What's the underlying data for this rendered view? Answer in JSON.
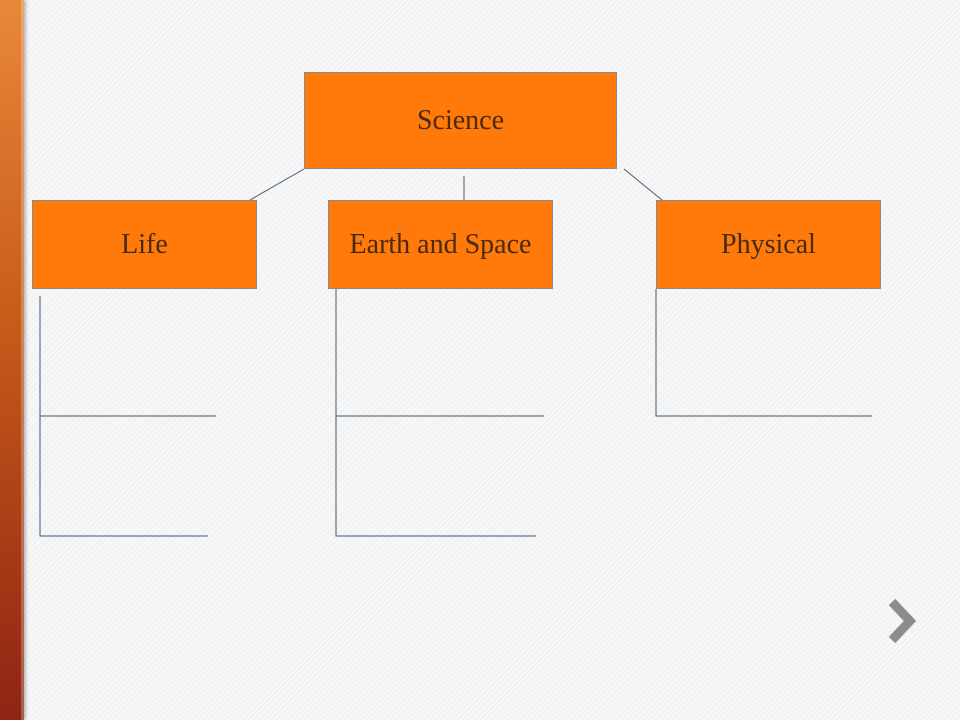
{
  "diagram": {
    "root": {
      "label": "Science"
    },
    "children": [
      {
        "label": "Life"
      },
      {
        "label": "Earth and Space"
      },
      {
        "label": "Physical"
      }
    ]
  },
  "colors": {
    "node_fill": "#ff7a0a",
    "node_text": "#4a2a0f",
    "connector": "#3a5a80",
    "accent_bar": "#c85a1a"
  },
  "navigation": {
    "next_icon": "chevron-right-icon"
  }
}
